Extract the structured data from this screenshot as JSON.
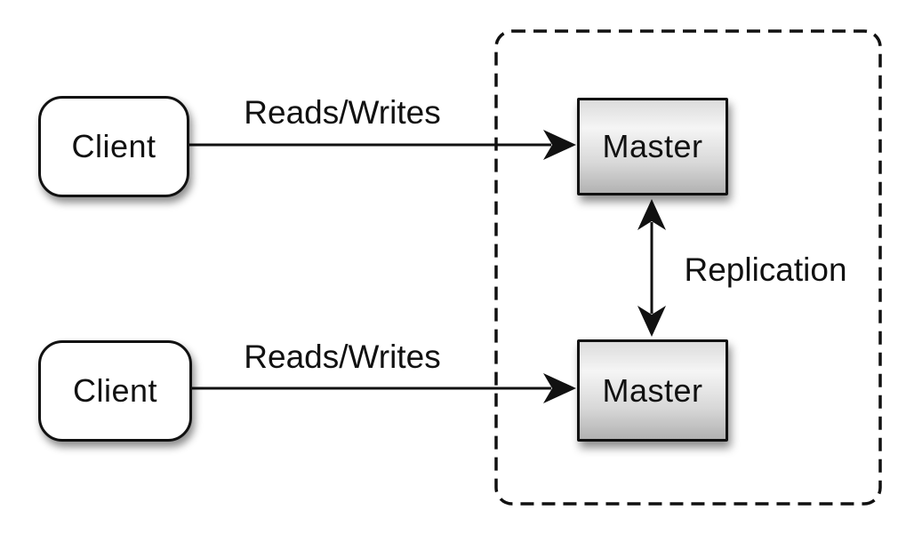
{
  "diagram": {
    "nodes": {
      "client_top": {
        "label": "Client"
      },
      "client_bottom": {
        "label": "Client"
      },
      "master_top": {
        "label": "Master"
      },
      "master_bottom": {
        "label": "Master"
      }
    },
    "edges": {
      "client_top_to_master_top": {
        "label": "Reads/Writes"
      },
      "client_bottom_to_master_bottom": {
        "label": "Reads/Writes"
      },
      "master_to_master": {
        "label": "Replication"
      }
    },
    "colors": {
      "background": "#ffffff",
      "stroke": "#111111",
      "text": "#111111",
      "client_fill": "#ffffff",
      "master_gradient_top": "#dcdcdc",
      "master_gradient_mid": "#f5f5f5",
      "master_gradient_bottom": "#b2b2b2"
    }
  }
}
